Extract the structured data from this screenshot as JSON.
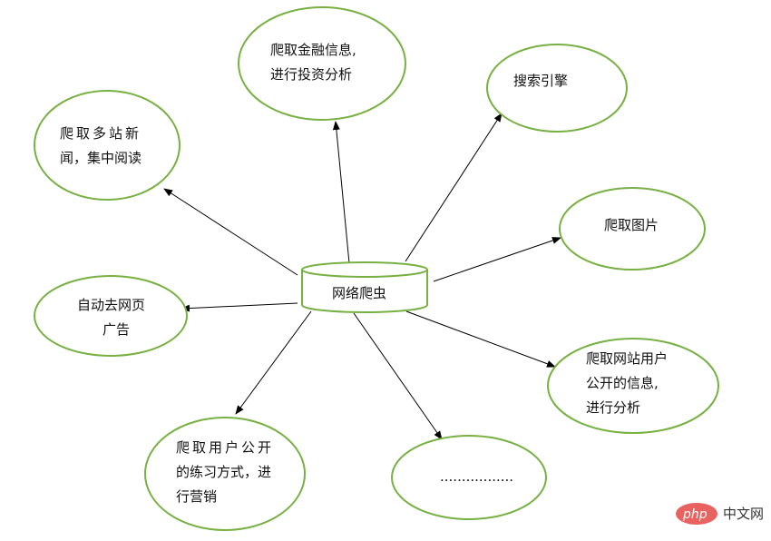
{
  "center": {
    "label": "网络爬虫"
  },
  "nodes": [
    {
      "id": "finance",
      "lines": [
        "爬取金融信息,",
        "进行投资分析"
      ]
    },
    {
      "id": "search",
      "lines": [
        "搜索引擎"
      ]
    },
    {
      "id": "news",
      "lines": [
        "爬取多站新",
        "闻，集中阅读"
      ]
    },
    {
      "id": "images",
      "lines": [
        "爬取图片"
      ]
    },
    {
      "id": "ads",
      "lines": [
        "自动去网页",
        "广告"
      ]
    },
    {
      "id": "userinfo",
      "lines": [
        "爬取网站用户",
        "公开的信息,",
        "进行分析"
      ]
    },
    {
      "id": "marketing",
      "lines": [
        "爬取用户公开",
        "的练习方式，进",
        "行营销"
      ]
    },
    {
      "id": "more",
      "lines": [
        "................."
      ]
    }
  ],
  "watermark": {
    "logo": "php",
    "text": "中文网"
  },
  "colors": {
    "node_stroke": "#77b043",
    "watermark": "#e8625f"
  }
}
